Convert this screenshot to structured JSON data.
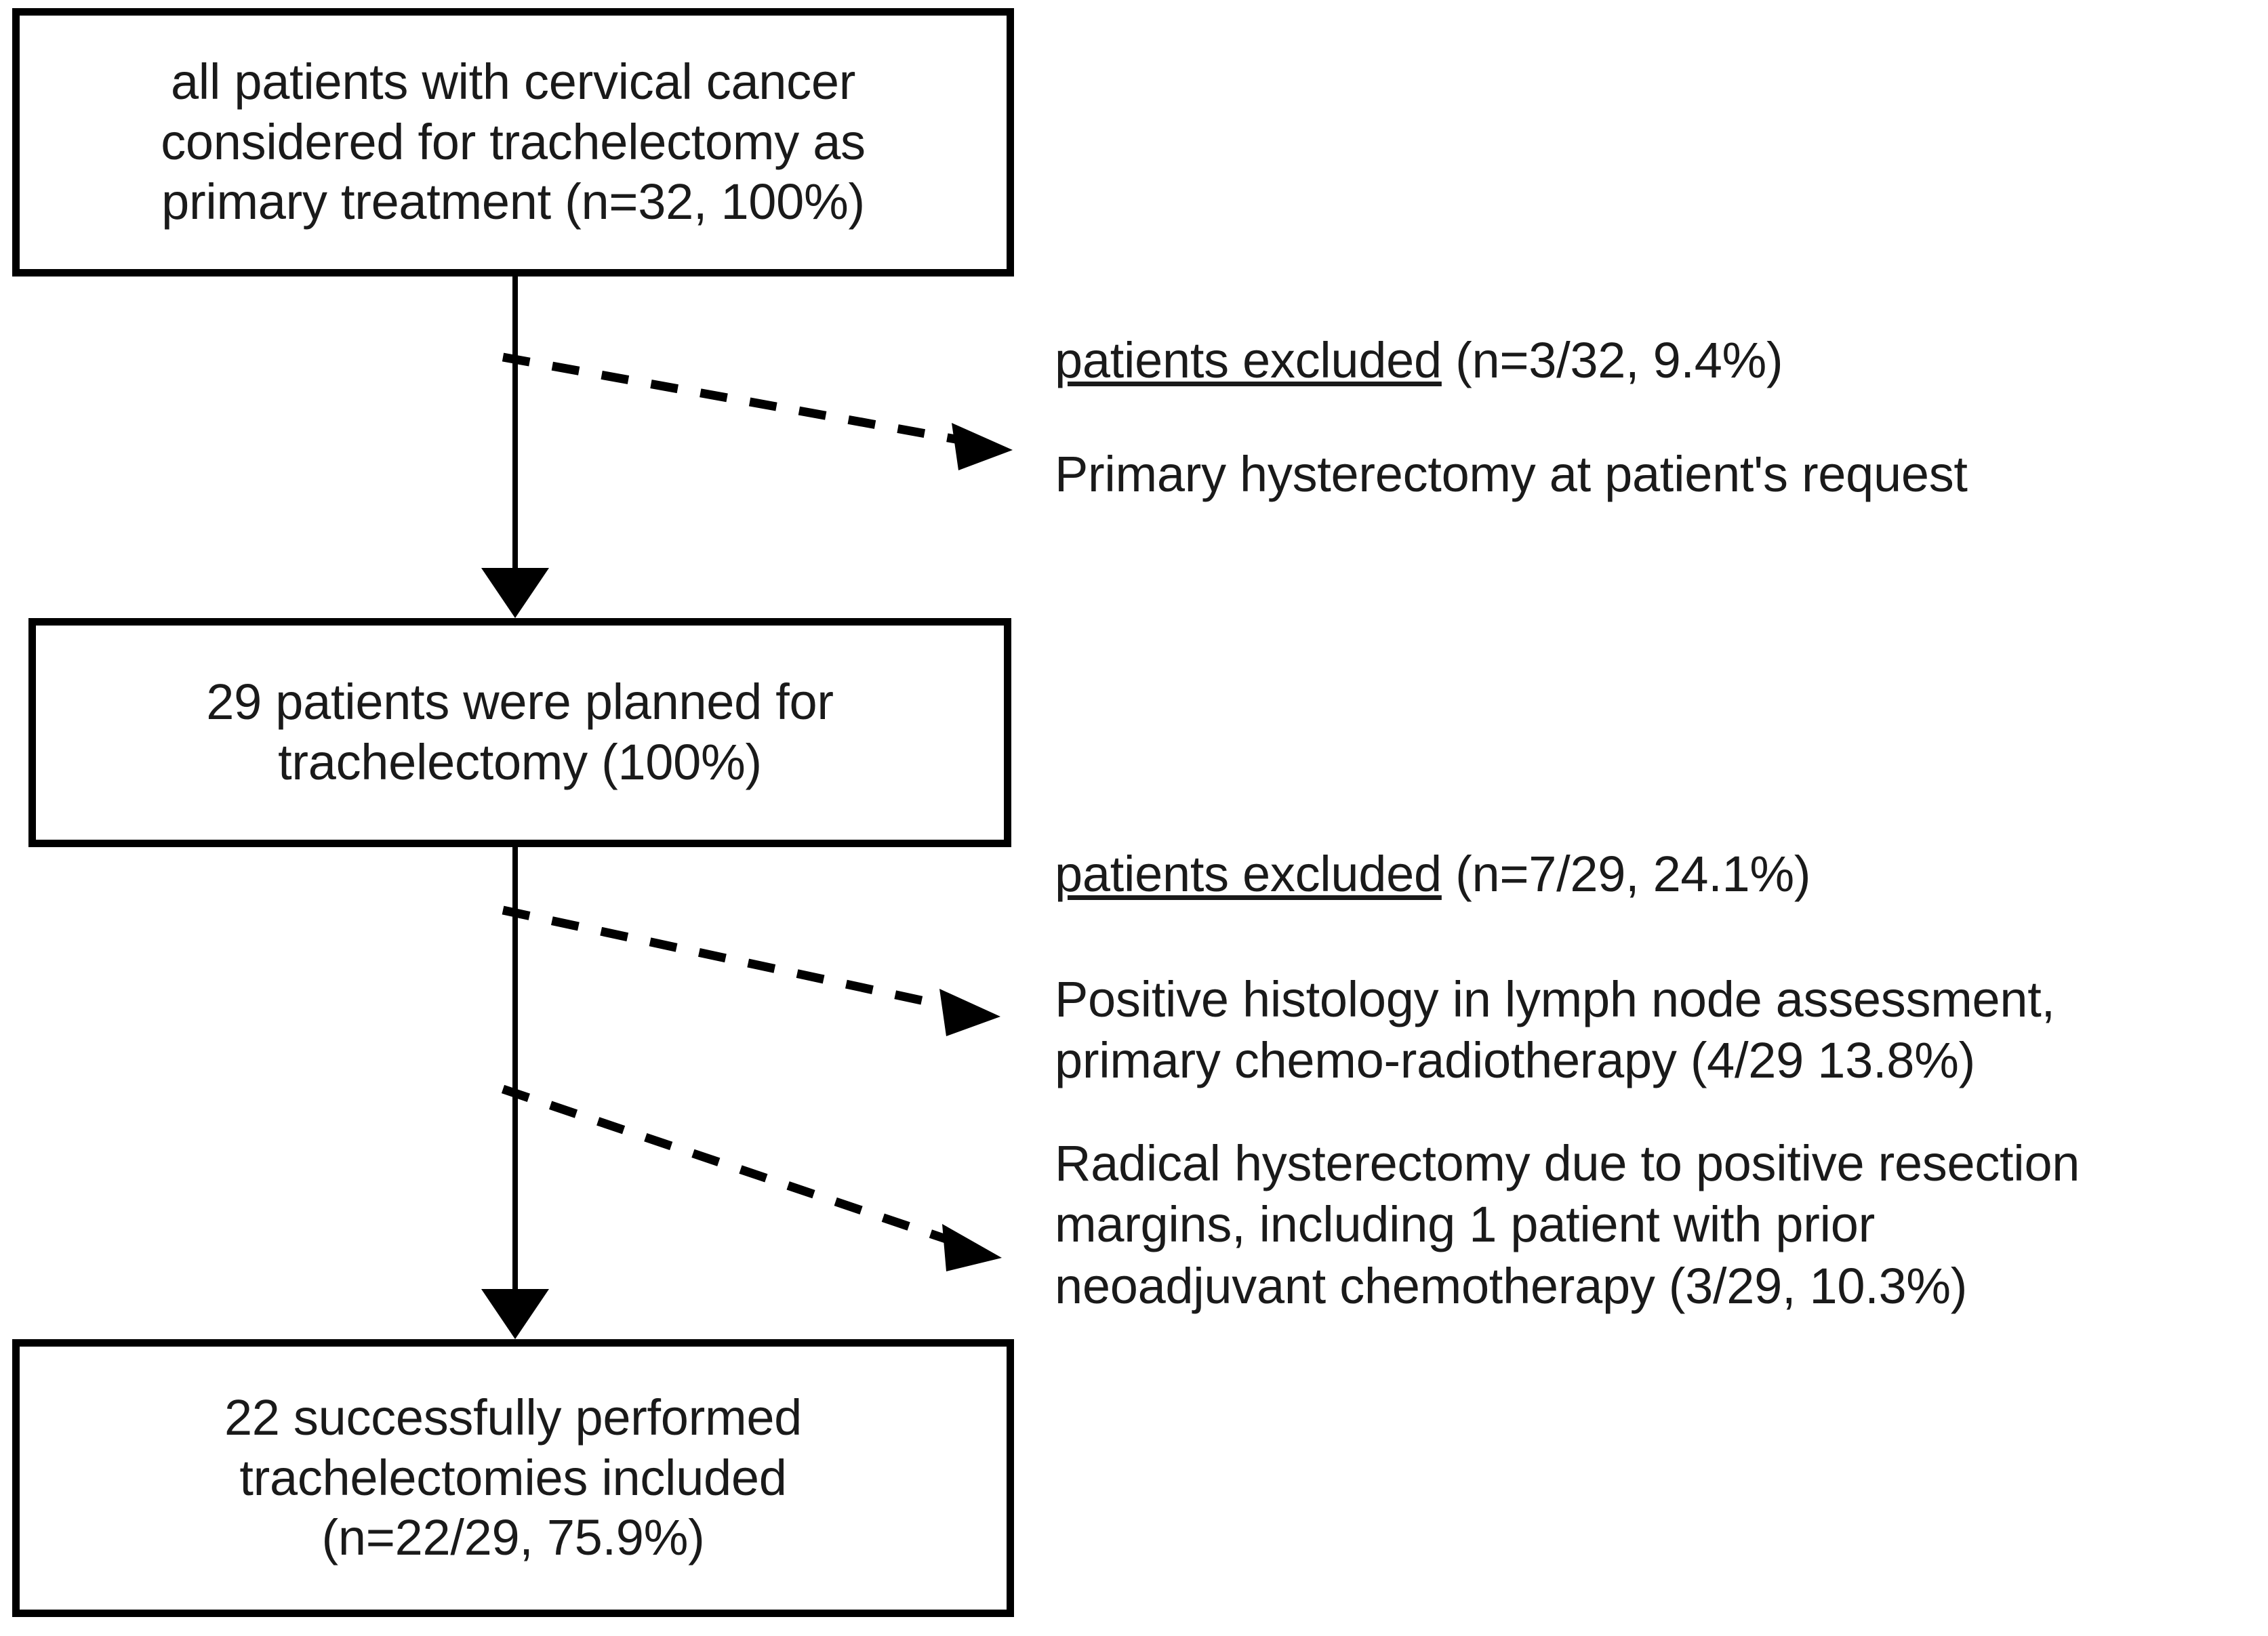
{
  "diagram": {
    "type": "patient-flow-diagram",
    "title": "Cervical cancer trachelectomy patient flow",
    "line_color": "#000000",
    "text_color": "#1a1a1a",
    "background": "#ffffff"
  },
  "nodes": [
    {
      "id": "enrolled",
      "text": "all patients with cervical cancer\nconsidered for trachelectomy as\nprimary treatment (n=32, 100%)",
      "n": 32,
      "percent": "100%"
    },
    {
      "id": "planned",
      "text": "29 patients were planned for\ntrachelectomy (100%)",
      "n": 29,
      "percent": "100%"
    },
    {
      "id": "included",
      "text": "22 successfully performed\ntrachelectomies included\n(n=22/29, 75.9%)",
      "n": 22,
      "percent": "75.9%"
    }
  ],
  "exclusions": [
    {
      "id": "exclusion-1",
      "heading_underlined": "patients excluded",
      "heading_counts": " (n=3/32, 9.4%)",
      "reasons": [
        "Primary hysterectomy at patient's request"
      ]
    },
    {
      "id": "exclusion-2",
      "heading_underlined": "patients excluded",
      "heading_counts": " (n=7/29, 24.1%)",
      "reasons": [
        "Positive histology in lymph node assessment,\nprimary chemo-radiotherapy (4/29 13.8%)",
        "Radical hysterectomy due to positive resection\nmargins, including 1 patient with prior\nneoadjuvant chemotherapy (3/29, 10.3%)"
      ]
    }
  ]
}
